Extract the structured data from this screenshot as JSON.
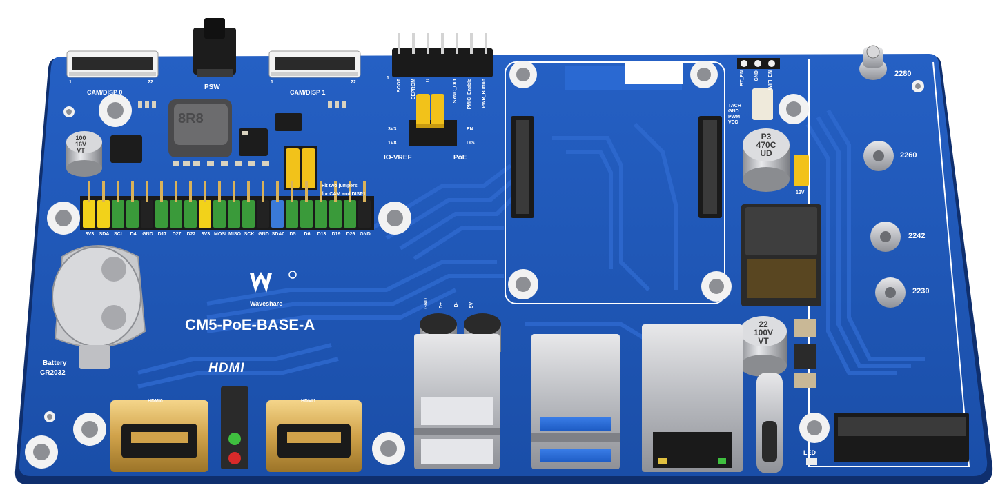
{
  "board": {
    "brand": "Waveshare",
    "model": "CM5-PoE-BASE-A",
    "hdmi_logo": "HDMI",
    "colors": {
      "pcb": "#1f56b8",
      "pcb_dark": "#163f8e",
      "trace": "#2a63c6",
      "silkscreen": "#ffffff",
      "gold": "#d9b25a",
      "header_yellow": "#f2c21a"
    }
  },
  "labels": {
    "cam_disp0": "CAM/DISP 0",
    "cam_disp1": "CAM/DISP 1",
    "psw": "PSW",
    "pin1_a": "1",
    "pin22_a": "22",
    "pin1_b": "1",
    "pin22_b": "22",
    "header_pin1": "1",
    "boot": "BOOT",
    "eeprom": "EEPROM",
    "u": "U",
    "sync_out": "SYNC_Out",
    "pmic_enable": "PMIC_Enable",
    "pwr_button": "PWR_Button",
    "v3v3": "3V3",
    "v1v8": "1V8",
    "io_vref": "IO-VREF",
    "en": "EN",
    "dis": "DIS",
    "poe": "PoE",
    "jumper_note_1": "Fit two jumpers",
    "jumper_note_2": "for CAM and DISP1",
    "bt_en": "BT_EN",
    "gnd_top": "GND",
    "wifi_en": "WIFI_EN",
    "fan_tach": "TACH",
    "fan_gnd": "GND",
    "fan_pwm": "PWM",
    "fan_vdd": "VDD",
    "v12": "12V",
    "m2_2280": "2280",
    "m2_2260": "2260",
    "m2_2242": "2242",
    "m2_2230": "2230",
    "usb_gnd": "GND",
    "usb_dp": "D+",
    "usb_dm": "D-",
    "usb_5v": "5V",
    "battery_1": "Battery",
    "battery_2": "CR2032",
    "hdmi0": "HDMI0",
    "hdmi1": "HDMI1",
    "led": "LED"
  },
  "gpio_pins": [
    "3V3",
    "SDA",
    "SCL",
    "D4",
    "GND",
    "D17",
    "D27",
    "D22",
    "3V3",
    "MOSI",
    "MISO",
    "SCK",
    "GND",
    "SDA0",
    "D5",
    "D6",
    "D13",
    "D19",
    "D26",
    "GND"
  ],
  "gpio_colors": [
    "#f2d21a",
    "#f2d21a",
    "#3a9a3a",
    "#3a9a3a",
    "#222222",
    "#3a9a3a",
    "#3a9a3a",
    "#3a9a3a",
    "#f2d21a",
    "#3a9a3a",
    "#3a9a3a",
    "#3a9a3a",
    "#222222",
    "#3a7ad8",
    "#3a9a3a",
    "#3a9a3a",
    "#3a9a3a",
    "#3a9a3a",
    "#3a9a3a",
    "#222222"
  ],
  "caps": {
    "cap1_line1": "100",
    "cap1_line2": "16V",
    "cap1_line3": "VT",
    "cap2_line1": "P3",
    "cap2_line2": "470C",
    "cap2_line3": "UD",
    "cap3_line1": "22",
    "cap3_line2": "100V",
    "cap3_line3": "VT"
  },
  "inductor_text": "8R8"
}
